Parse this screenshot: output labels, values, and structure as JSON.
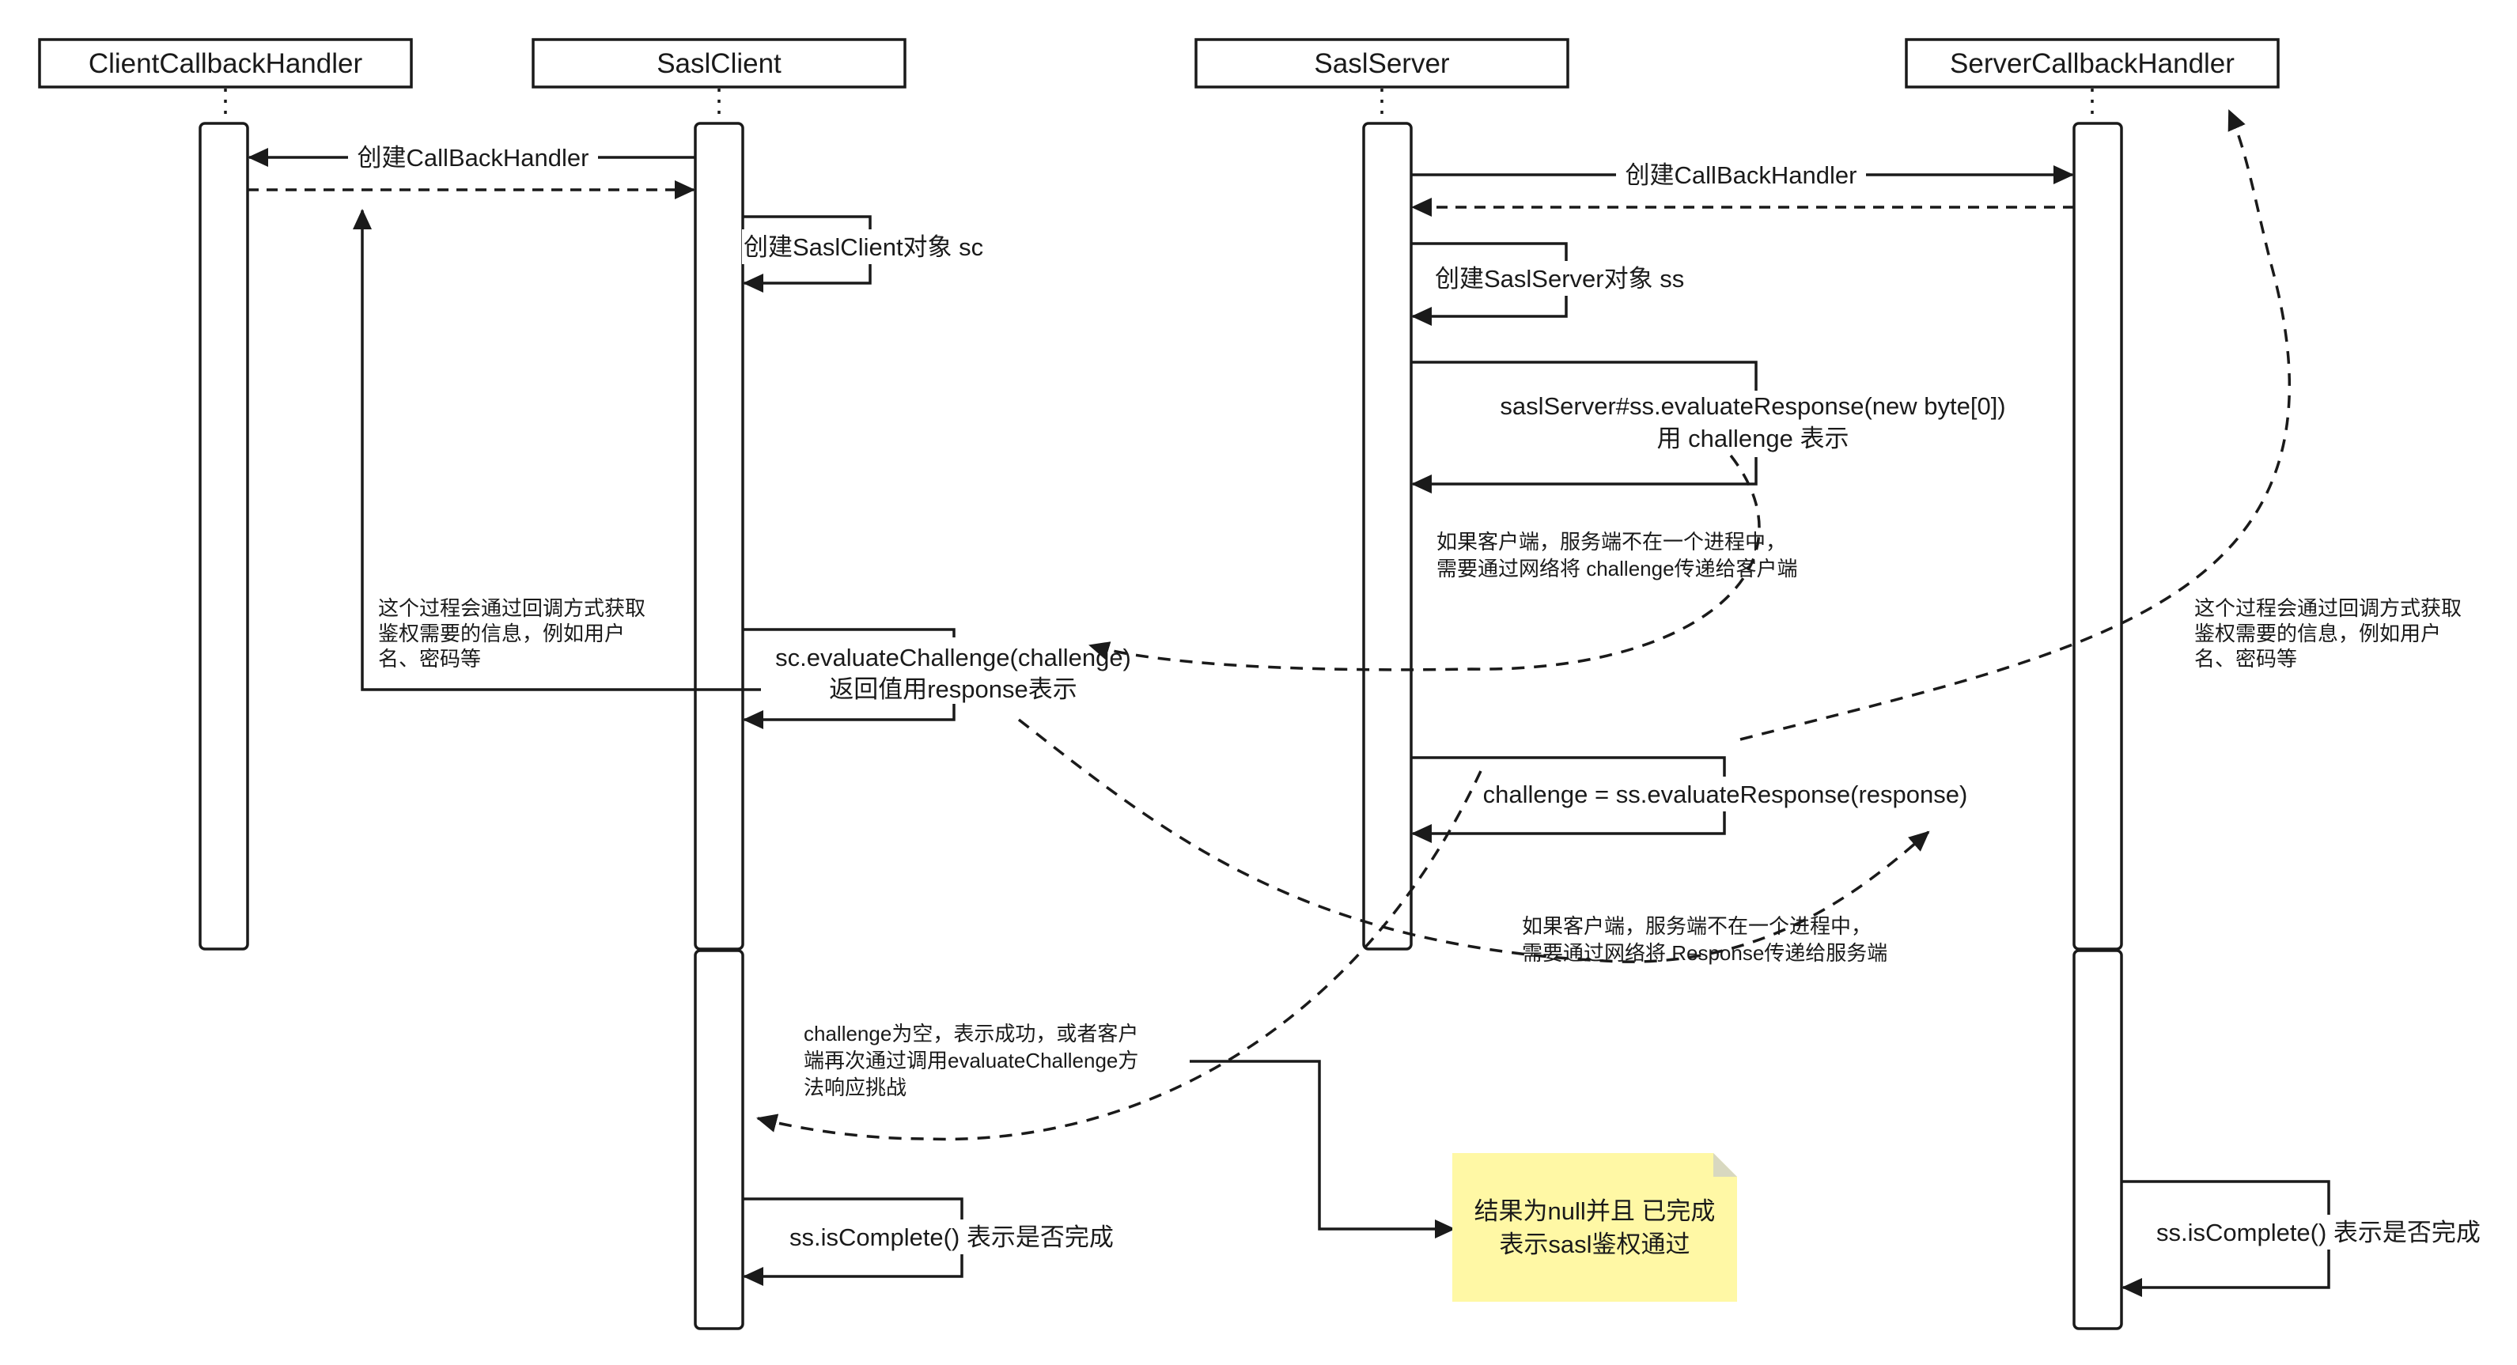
{
  "participants": [
    {
      "id": "client-callback",
      "label": "ClientCallbackHandler"
    },
    {
      "id": "sasl-client",
      "label": "SaslClient"
    },
    {
      "id": "sasl-server",
      "label": "SaslServer"
    },
    {
      "id": "server-callback",
      "label": "ServerCallbackHandler"
    }
  ],
  "messages": {
    "client_create_handler": "创建CallBackHandler",
    "server_create_handler": "创建CallBackHandler",
    "create_sasl_client": "创建SaslClient对象 sc",
    "create_sasl_server": "创建SaslServer对象 ss",
    "evaluate_response_initial_line1": "saslServer#ss.evaluateResponse(new byte[0])",
    "evaluate_response_initial_line2": "用 challenge 表示",
    "evaluate_challenge_line1": "sc.evaluateChallenge(challenge)",
    "evaluate_challenge_line2": "返回值用response表示",
    "evaluate_response_loop": "challenge = ss.evaluateResponse(response)",
    "client_is_complete": "ss.isComplete() 表示是否完成",
    "server_is_complete": "ss.isComplete() 表示是否完成"
  },
  "annotations": {
    "network_challenge": [
      "如果客户端，服务端不在一个进程中，",
      "需要通过网络将 challenge传递给客户端"
    ],
    "network_response": [
      "如果客户端，服务端不在一个进程中，",
      "需要通过网络将 Response传递给服务端"
    ],
    "client_callback_info": [
      "这个过程会通过回调方式获取",
      "鉴权需要的信息，例如用户",
      "名、密码等"
    ],
    "server_callback_info": [
      "这个过程会通过回调方式获取",
      "鉴权需要的信息，例如用户",
      "名、密码等"
    ],
    "challenge_empty": [
      "challenge为空，表示成功，或者客户",
      "端再次通过调用evaluateChallenge方",
      "法响应挑战"
    ]
  },
  "note": {
    "lines": [
      "结果为null并且 已完成",
      "表示sasl鉴权通过"
    ],
    "color": "#fff8a5"
  }
}
